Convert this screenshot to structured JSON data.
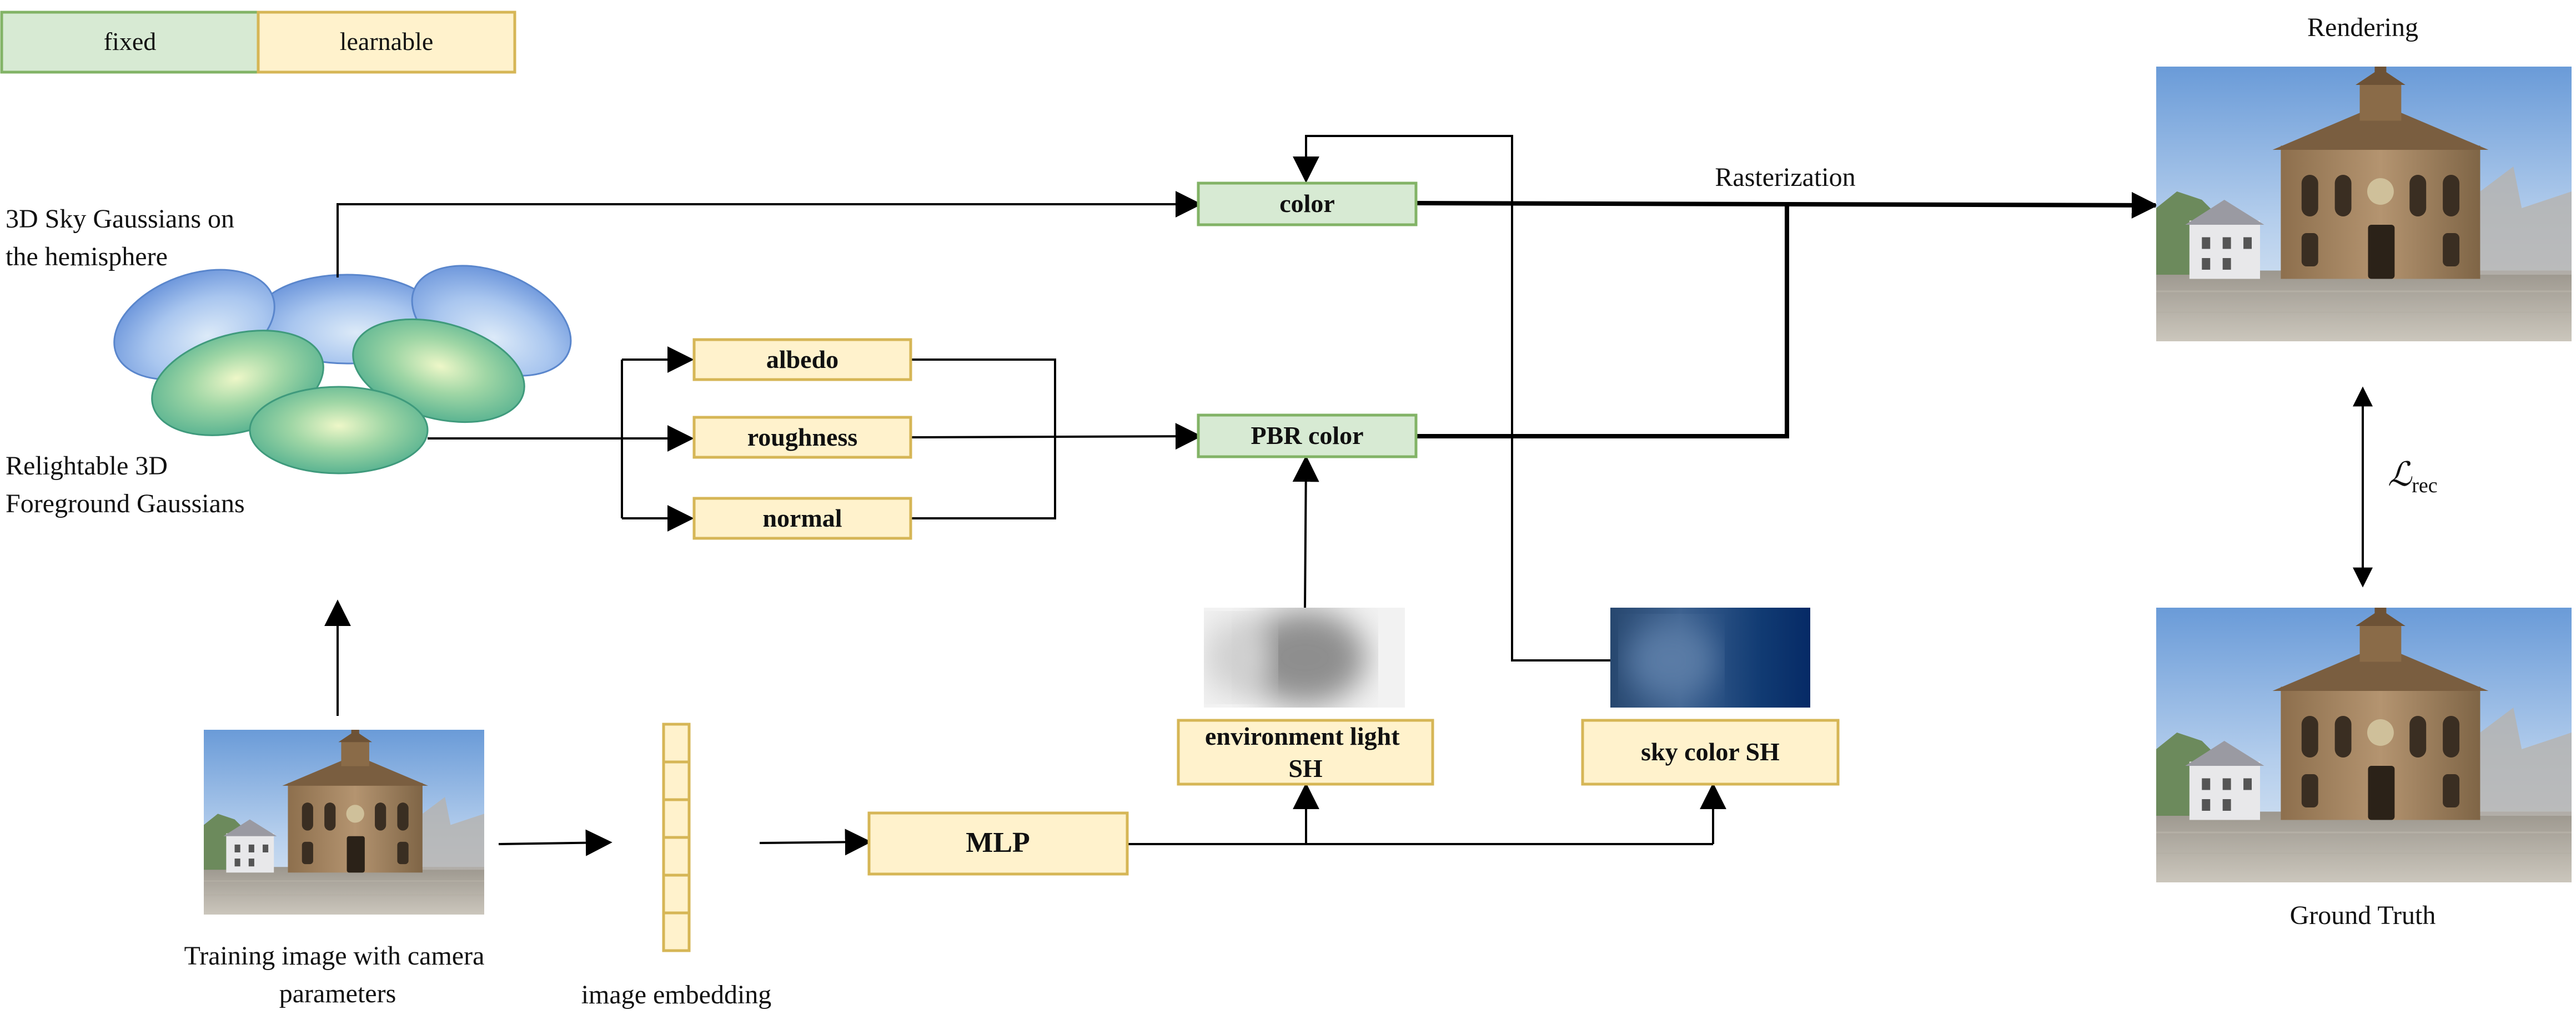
{
  "legend": {
    "fixed": "fixed",
    "learnable": "learnable"
  },
  "colors": {
    "fixed_fill": "#d7ead3",
    "fixed_border": "#82b366",
    "learnable_fill": "#fff2cc",
    "learnable_border": "#d6b656",
    "arrow": "#000000"
  },
  "labels": {
    "sky_gaussians": [
      "3D Sky Gaussians on",
      "the hemisphere"
    ],
    "foreground_gaussians": [
      "Relightable 3D",
      "Foreground Gaussians"
    ],
    "training_image": [
      "Training image with camera",
      "parameters"
    ],
    "image_embedding": "image embedding",
    "rasterization": "Rasterization",
    "rendering": "Rendering",
    "ground_truth": "Ground Truth",
    "loss_symbol": "ℒ",
    "loss_subscript": "rec"
  },
  "nodes": {
    "color": "color",
    "pbr_color": "PBR color",
    "albedo": "albedo",
    "roughness": "roughness",
    "normal": "normal",
    "mlp": "MLP",
    "env_light": [
      "environment light",
      "SH"
    ],
    "sky_color": "sky color SH"
  }
}
